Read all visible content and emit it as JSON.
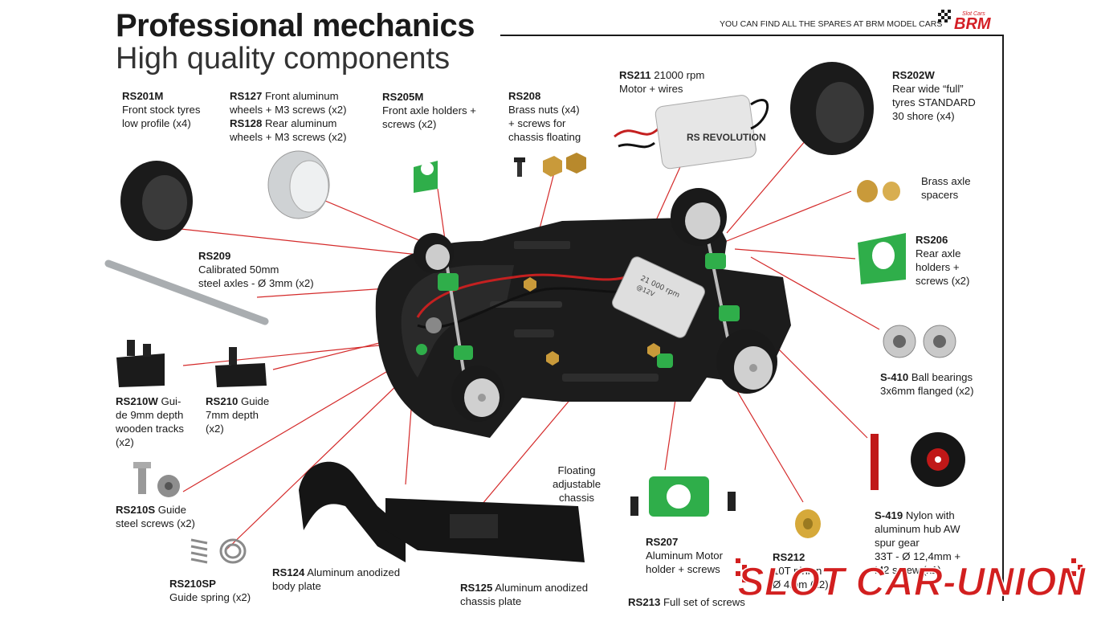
{
  "header": {
    "title": "Professional mechanics",
    "subtitle": "High quality components",
    "spares_note": "YOU CAN FIND ALL THE SPARES AT BRM MODEL CARS",
    "brand_logo": "BRM",
    "brand_small": "Slot Cars"
  },
  "labels": {
    "rs201m": {
      "code": "RS201M",
      "lines": [
        "Front stock tyres",
        "low profile (x4)"
      ]
    },
    "rs127": {
      "code": "RS127",
      "text1": " Front aluminum",
      "line2": "wheels + M3 screws (x2)"
    },
    "rs128": {
      "code": "RS128",
      "text1": " Rear aluminum",
      "line2": "wheels + M3 screws (x2)"
    },
    "rs205m": {
      "code": "RS205M",
      "lines": [
        "Front axle holders +",
        "screws (x2)"
      ]
    },
    "rs208": {
      "code": "RS208",
      "lines": [
        "Brass nuts (x4)",
        "+ screws for",
        "chassis floating"
      ]
    },
    "rs211": {
      "code": "RS211",
      "text1": " 21000 rpm",
      "line2": "Motor + wires"
    },
    "rs202w": {
      "code": "RS202W",
      "lines": [
        "Rear wide “full”",
        "tyres STANDARD",
        "30 shore (x4)"
      ]
    },
    "brass_spacers": {
      "lines": [
        "Brass axle",
        "spacers"
      ]
    },
    "rs206": {
      "code": "RS206",
      "lines": [
        "Rear axle",
        "holders +",
        "screws (x2)"
      ]
    },
    "rs209": {
      "code": "RS209",
      "lines": [
        "Calibrated 50mm",
        "steel axles - Ø 3mm (x2)"
      ]
    },
    "s410": {
      "code": "S-410",
      "text1": " Ball bearings",
      "line2": "3x6mm flanged (x2)"
    },
    "rs210w": {
      "code": "RS210W",
      "text1": " Gui-",
      "lines": [
        "de 9mm depth",
        "wooden tracks",
        "(x2)"
      ]
    },
    "rs210": {
      "code": "RS210",
      "text1": " Guide",
      "lines": [
        "7mm depth",
        "(x2)"
      ]
    },
    "floating": {
      "lines": [
        "Floating",
        "adjustable",
        "chassis"
      ]
    },
    "rs210s": {
      "code": "RS210S",
      "text1": " Guide",
      "line2": "steel screws (x2)"
    },
    "s419": {
      "code": "S-419",
      "text1": " Nylon with",
      "lines": [
        "aluminum hub AW",
        "spur gear",
        "33T - Ø 12,4mm +",
        "M2 screw (x1)"
      ]
    },
    "rs207": {
      "code": "RS207",
      "lines": [
        "Aluminum Motor",
        "holder + screws"
      ]
    },
    "rs212": {
      "code": "RS212",
      "lines": [
        "10T pinion",
        "Ø 4mm (x2)"
      ]
    },
    "rs210sp": {
      "code": "RS210SP",
      "line2": "Guide spring (x2)"
    },
    "rs124": {
      "code": "RS124",
      "text1": " Aluminum anodized",
      "line2": "body plate"
    },
    "rs125": {
      "code": "RS125",
      "text1": " Aluminum anodized",
      "line2": "chassis plate"
    },
    "rs213": {
      "code": "RS213",
      "text1": " Full set of screws"
    }
  },
  "motor": {
    "rpm_text": "21 000 rpm",
    "volt_text": "@12V",
    "brand": "RS REVOLUTION"
  },
  "watermark": {
    "text": "SLOT CAR-UNION"
  },
  "colors": {
    "accent_green": "#2fae4a",
    "line_red": "#d42a2a",
    "brm_red": "#d41f26",
    "scu_red": "#d21f1f"
  }
}
